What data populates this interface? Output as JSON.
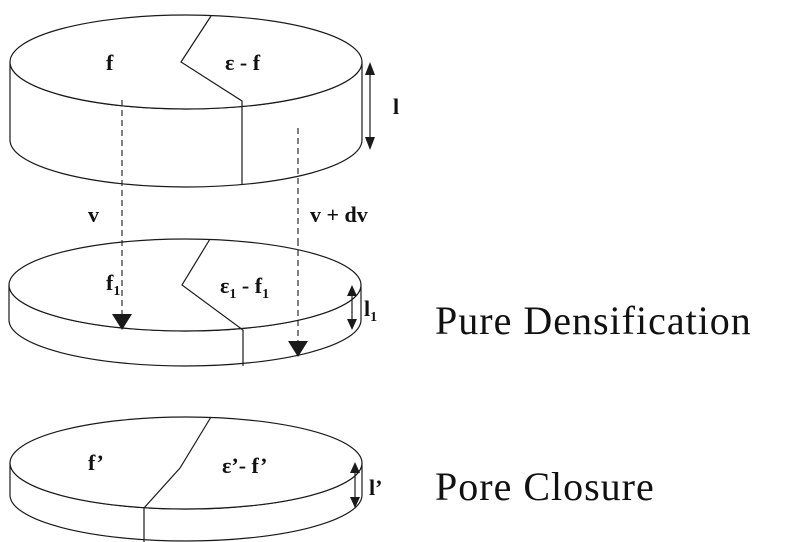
{
  "top_disk": {
    "left_label": "f",
    "right_label": "ε - f",
    "thickness_label": "l"
  },
  "flow": {
    "left_velocity": "v",
    "right_velocity": "v + dv"
  },
  "middle_disk": {
    "left_label_main": "f",
    "left_label_sub": "1",
    "right_label_eps": "ε",
    "right_label_eps_sub": "1",
    "right_label_mid": " - f",
    "right_label_f_sub": "1",
    "thickness_label": "l",
    "thickness_sub": "1",
    "caption": "Pure Densification"
  },
  "bottom_disk": {
    "left_label": "f’",
    "right_label": "ε’- f’",
    "thickness_label": "l’",
    "caption": "Pore Closure"
  }
}
